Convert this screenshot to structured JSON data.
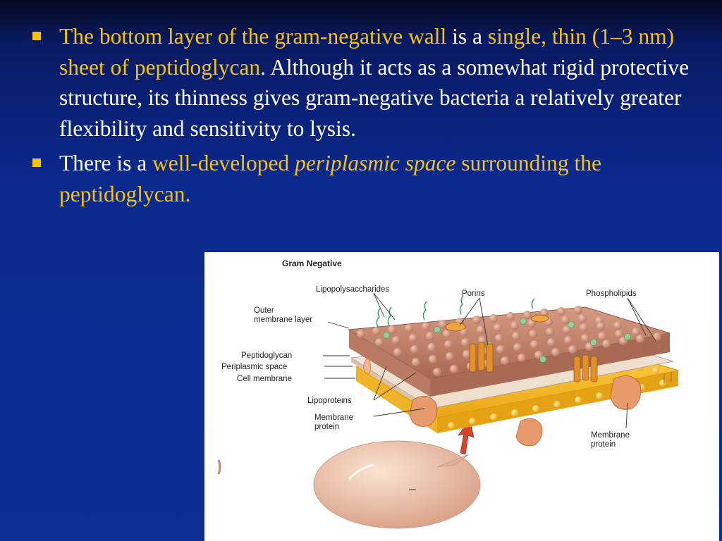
{
  "slide": {
    "bullets": [
      {
        "segments": [
          {
            "text": "The bottom layer of the gram-negative wall",
            "style": "highlight"
          },
          {
            "text": " is a ",
            "style": "plain"
          },
          {
            "text": "single, thin (1–3 nm) sheet of peptidoglycan",
            "style": "highlight"
          },
          {
            "text": ". Although it acts as a somewhat rigid protective structure, its thinness gives gram-negative bacteria a relatively greater flexibility and sensitivity to lysis.",
            "style": "plain"
          }
        ]
      },
      {
        "segments": [
          {
            "text": "There is a ",
            "style": "plain"
          },
          {
            "text": "well-developed ",
            "style": "highlight"
          },
          {
            "text": "periplasmic space",
            "style": "highlight-italic"
          },
          {
            "text": " surrounding the peptidoglycan.",
            "style": "highlight"
          }
        ]
      }
    ]
  },
  "figure": {
    "title": "Gram Negative",
    "labels": {
      "lipopolysaccharides": "Lipopolysaccharides",
      "porins": "Porins",
      "phospholipids": "Phospholipids",
      "outer_membrane_1": "Outer",
      "outer_membrane_2": "membrane layer",
      "peptidoglycan": "Peptidoglycan",
      "periplasmic_space": "Periplasmic space",
      "cell_membrane": "Cell membrane",
      "lipoproteins": "Lipoproteins",
      "membrane_protein_left_1": "Membrane",
      "membrane_protein_left_2": "protein",
      "membrane_protein_right_1": "Membrane",
      "membrane_protein_right_2": "protein"
    },
    "colors": {
      "highlight_text": "#f2c21b",
      "bullet_marker": "#f5c400",
      "outer_membrane": "#c98a72",
      "cell_membrane": "#f2b72a",
      "porin": "#e3902a",
      "arrow": "#d8442a",
      "cell": "#e8b9a0"
    }
  }
}
